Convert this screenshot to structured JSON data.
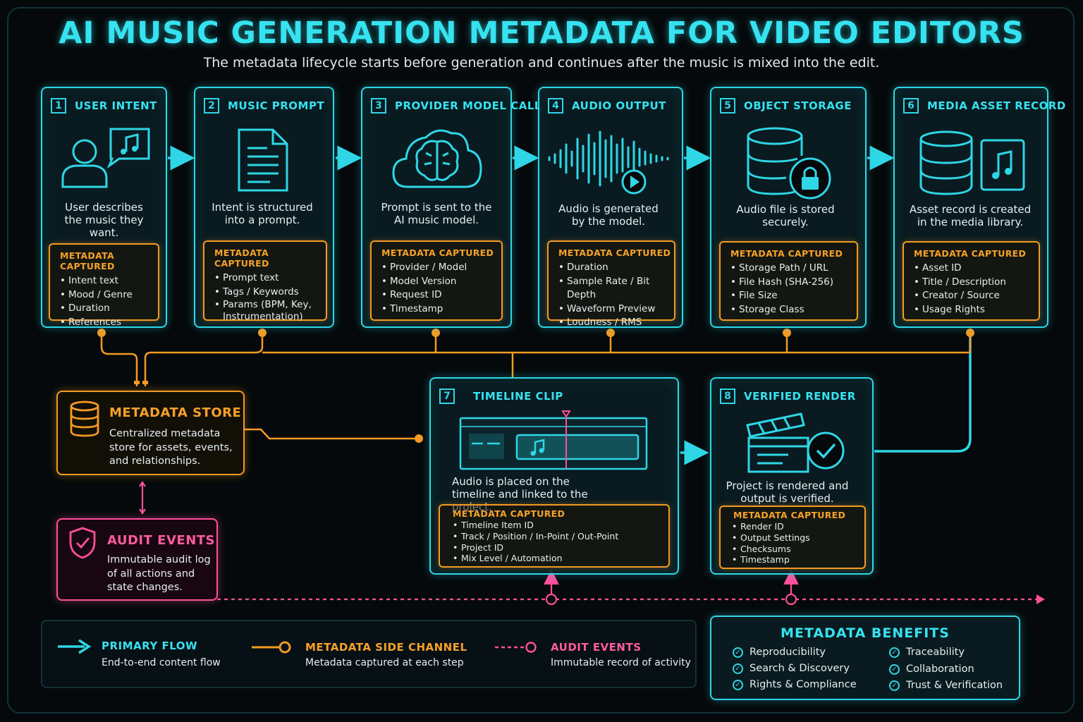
{
  "title": "AI MUSIC GENERATION METADATA FOR VIDEO EDITORS",
  "subtitle": "The metadata lifecycle starts before generation and continues after the music is mixed into the edit.",
  "meta_label": "METADATA CAPTURED",
  "steps": [
    {
      "num": "1",
      "title": "USER INTENT",
      "icon": "user-music-icon",
      "desc": "User describes the music they want.",
      "meta": [
        "Intent text",
        "Mood / Genre",
        "Duration",
        "References"
      ]
    },
    {
      "num": "2",
      "title": "MUSIC PROMPT",
      "icon": "document-icon",
      "desc": "Intent is structured into a prompt.",
      "meta": [
        "Prompt text",
        "Tags / Keywords",
        "Params (BPM, Key, Instrumentation)"
      ]
    },
    {
      "num": "3",
      "title": "PROVIDER MODEL CALL",
      "icon": "cloud-brain-icon",
      "desc": "Prompt is sent to the AI music model.",
      "meta": [
        "Provider / Model",
        "Model Version",
        "Request ID",
        "Timestamp"
      ]
    },
    {
      "num": "4",
      "title": "AUDIO OUTPUT",
      "icon": "waveform-play-icon",
      "desc": "Audio is generated by the model.",
      "meta": [
        "Duration",
        "Sample Rate / Bit Depth",
        "Waveform Preview",
        "Loudness / RMS"
      ]
    },
    {
      "num": "5",
      "title": "OBJECT STORAGE",
      "icon": "database-lock-icon",
      "desc": "Audio file is stored securely.",
      "meta": [
        "Storage Path / URL",
        "File Hash (SHA-256)",
        "File Size",
        "Storage Class"
      ]
    },
    {
      "num": "6",
      "title": "MEDIA ASSET RECORD",
      "icon": "database-music-icon",
      "desc": "Asset record is created in the media library.",
      "meta": [
        "Asset ID",
        "Title / Description",
        "Creator / Source",
        "Usage Rights"
      ]
    },
    {
      "num": "7",
      "title": "TIMELINE CLIP",
      "icon": "timeline-icon",
      "desc": "Audio is placed on the timeline and linked to the project.",
      "meta": [
        "Timeline Item ID",
        "Track / Position / In-Point / Out-Point",
        "Project ID",
        "Mix Level / Automation"
      ]
    },
    {
      "num": "8",
      "title": "VERIFIED RENDER",
      "icon": "clapper-check-icon",
      "desc": "Project is rendered and output is verified.",
      "meta": [
        "Render ID",
        "Output Settings",
        "Checksums",
        "Timestamp"
      ]
    }
  ],
  "metadata_store": {
    "title": "METADATA STORE",
    "desc": "Centralized metadata store for assets, events, and relationships."
  },
  "audit_events": {
    "title": "AUDIT EVENTS",
    "desc": "Immutable audit log of all actions and state changes."
  },
  "legend": [
    {
      "title": "PRIMARY FLOW",
      "desc": "End-to-end content flow"
    },
    {
      "title": "METADATA SIDE CHANNEL",
      "desc": "Metadata captured at each step"
    },
    {
      "title": "AUDIT EVENTS",
      "desc": "Immutable record of activity"
    }
  ],
  "benefits": {
    "title": "METADATA BENEFITS",
    "items": [
      "Reproducibility",
      "Search & Discovery",
      "Rights & Compliance",
      "Traceability",
      "Collaboration",
      "Trust & Verification"
    ]
  },
  "colors": {
    "primary": "#2fd6e6",
    "metadata": "#f39a24",
    "audit": "#ff4f9a",
    "background": "#05090b"
  }
}
